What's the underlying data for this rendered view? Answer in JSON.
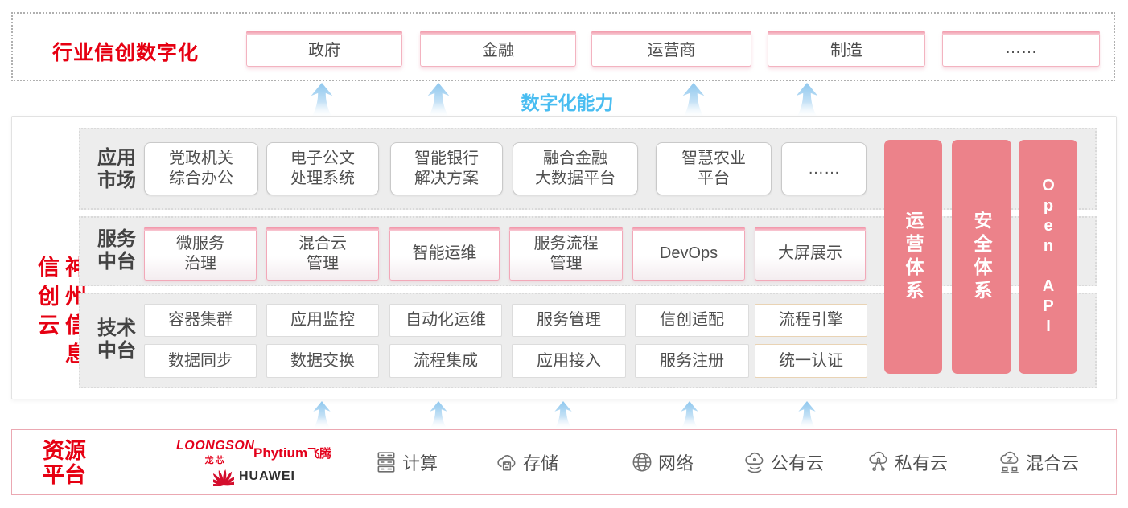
{
  "colors": {
    "brand_red": "#e60012",
    "pillar_pink": "#ec828a",
    "capability_blue": "#49bdf1"
  },
  "top_banner": {
    "label": "行业信创数字化",
    "industries": [
      "政府",
      "金融",
      "运营商",
      "制造",
      "……"
    ]
  },
  "capability_label": "数字化能力",
  "main": {
    "vertical_title": "神州信息信创云",
    "rows": [
      {
        "label": "应用\n市场",
        "items": [
          "党政机关\n综合办公",
          "电子公文\n处理系统",
          "智能银行\n解决方案",
          "融合金融\n大数据平台",
          "智慧农业\n平台",
          "……"
        ]
      },
      {
        "label": "服务\n中台",
        "items": [
          "微服务\n治理",
          "混合云\n管理",
          "智能运维",
          "服务流程\n管理",
          "DevOps",
          "大屏展示"
        ]
      },
      {
        "label": "技术\n中台",
        "items_row1": [
          "容器集群",
          "应用监控",
          "自动化运维",
          "服务管理",
          "信创适配",
          "流程引擎"
        ],
        "items_row2": [
          "数据同步",
          "数据交换",
          "流程集成",
          "应用接入",
          "服务注册",
          "统一认证"
        ]
      }
    ],
    "pillars": [
      "运营体系",
      "安全体系",
      "Open API"
    ]
  },
  "resources": {
    "label": "资源\n平台",
    "vendors": {
      "loongson_en": "LOONGSON",
      "loongson_cn": "龙芯",
      "phytium_en": "Phytium",
      "phytium_cn": "飞腾",
      "huawei": "HUAWEI"
    },
    "items": [
      {
        "icon": "compute-server-icon",
        "label": "计算"
      },
      {
        "icon": "storage-cloud-icon",
        "label": "存储"
      },
      {
        "icon": "network-globe-icon",
        "label": "网络"
      },
      {
        "icon": "public-cloud-icon",
        "label": "公有云"
      },
      {
        "icon": "private-cloud-icon",
        "label": "私有云"
      },
      {
        "icon": "hybrid-cloud-icon",
        "label": "混合云"
      }
    ]
  }
}
